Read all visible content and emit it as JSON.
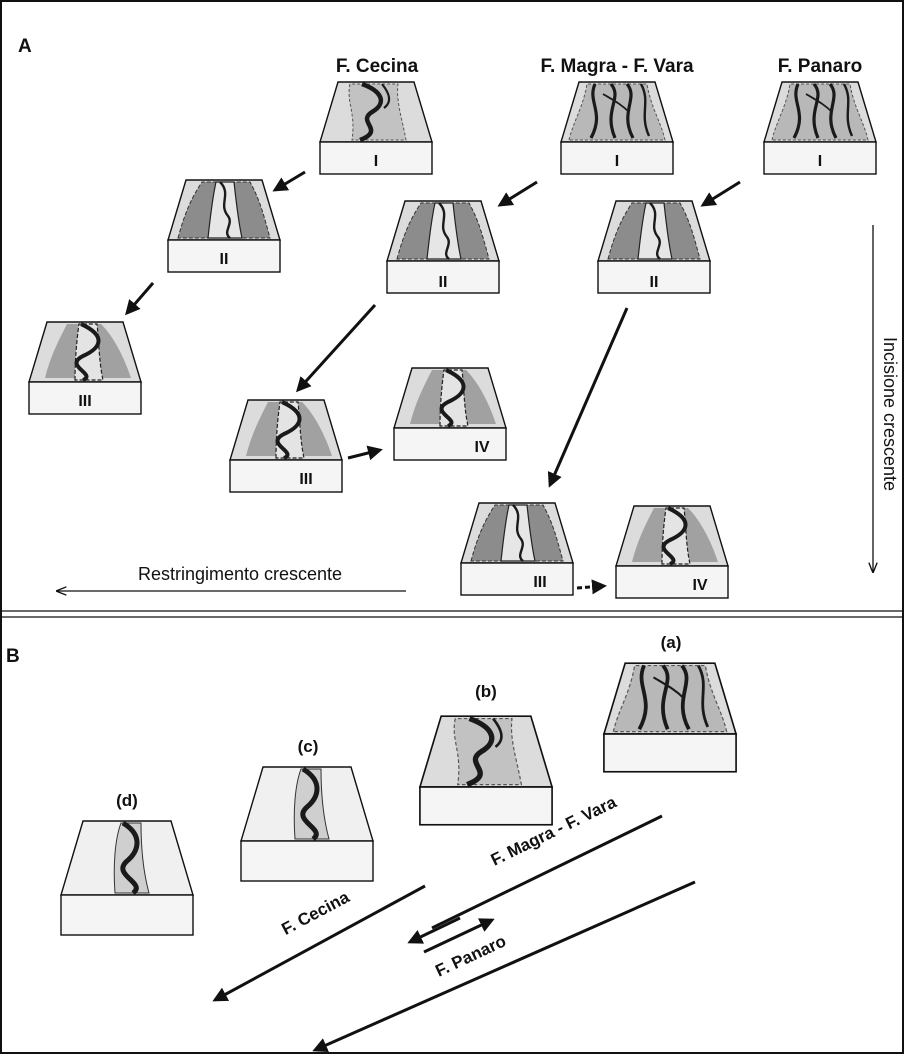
{
  "panel_a": {
    "letter": "A",
    "columns": [
      "F. Cecina",
      "F. Magra - F. Vara",
      "F. Panaro"
    ],
    "blocks": [
      {
        "id": "cecina-1",
        "label": "I"
      },
      {
        "id": "magra-1",
        "label": "I"
      },
      {
        "id": "panaro-1",
        "label": "I"
      },
      {
        "id": "cecina-2",
        "label": "II"
      },
      {
        "id": "magra-2",
        "label": "II"
      },
      {
        "id": "panaro-2",
        "label": "II"
      },
      {
        "id": "cecina-3",
        "label": "III"
      },
      {
        "id": "magra-3",
        "label": "III"
      },
      {
        "id": "magra-4",
        "label": "IV"
      },
      {
        "id": "panaro-3",
        "label": "III"
      },
      {
        "id": "panaro-4",
        "label": "IV"
      }
    ],
    "vertical_axis_label": "Incisione crescente",
    "horizontal_axis_label": "Restringimento crescente"
  },
  "panel_b": {
    "letter": "B",
    "blocks": [
      {
        "id": "b-a",
        "label": "(a)"
      },
      {
        "id": "b-b",
        "label": "(b)"
      },
      {
        "id": "b-c",
        "label": "(c)"
      },
      {
        "id": "b-d",
        "label": "(d)"
      }
    ],
    "trend_labels": [
      "F. Cecina",
      "F. Magra - F. Vara",
      "F. Panaro"
    ]
  },
  "colors": {
    "ink": "#111111",
    "block_face": "#f5f5f5",
    "top_face": "#d4d4d4",
    "floodplain": "#9e9e9e",
    "channel": "#1a1a1a"
  }
}
